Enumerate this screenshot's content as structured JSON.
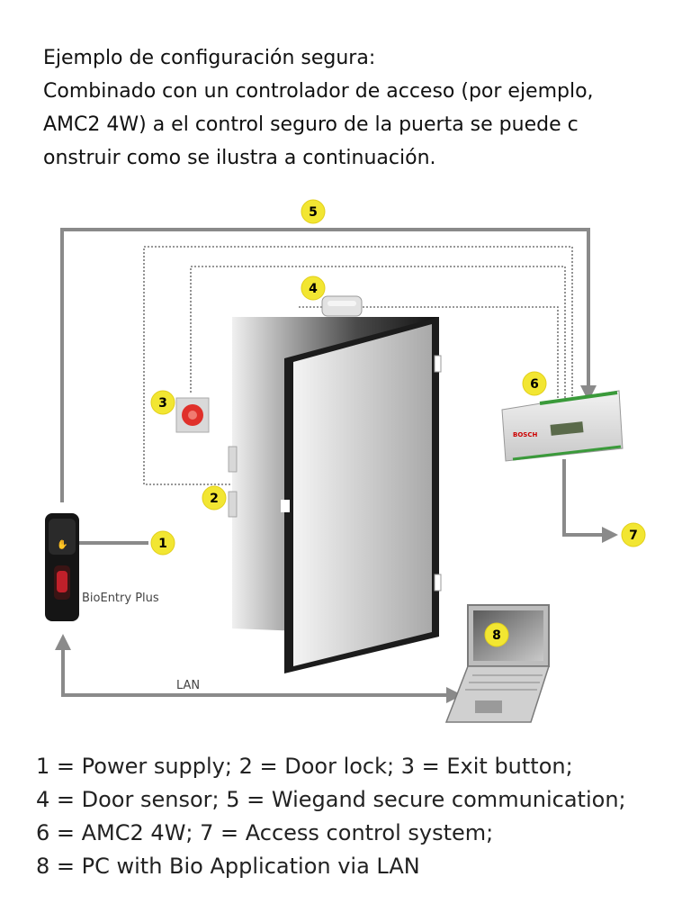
{
  "intro": {
    "line1": "Ejemplo de configuración segura:",
    "line2": "Combinado con un controlador de acceso (por ejemplo,",
    "line3": "AMC2 4W) a el control seguro de la puerta se puede c",
    "line4": "onstruir como se ilustra a continuación."
  },
  "diagram": {
    "badges": [
      "1",
      "2",
      "3",
      "4",
      "5",
      "6",
      "7",
      "8"
    ],
    "device_label": "BioEntry Plus",
    "lan_label": "LAN",
    "controller_brand": "BOSCH",
    "colors": {
      "badge_fill": "#f2e632",
      "line": "#8a8a8a",
      "door_light": "#e6e6e6",
      "door_dark": "#1f1f1f",
      "exit_button": "#e0302a"
    }
  },
  "legend": {
    "line1": "1 = Power supply; 2 = Door lock; 3 = Exit button;",
    "line2": "4 = Door sensor; 5 = Wiegand secure communication;",
    "line3": "6 = AMC2 4W; 7 = Access control system;",
    "line4": "8 = PC with Bio Application via LAN"
  }
}
